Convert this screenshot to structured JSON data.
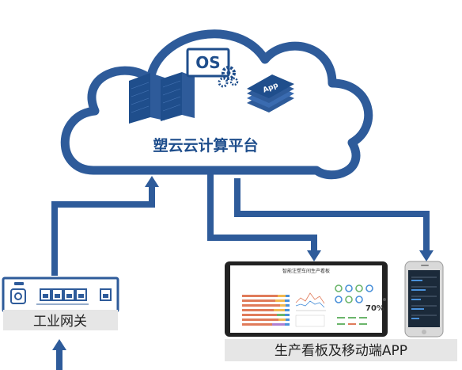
{
  "platform": {
    "title": "塑云云计算平台",
    "os_label": "OS",
    "app_label": "App"
  },
  "gateway": {
    "label": "工业网关"
  },
  "display": {
    "label": "生产看板及移动端APP",
    "dashboard_title": "智能注塑车间生产看板",
    "dashboard_percent": "70%"
  },
  "colors": {
    "primary": "#2e5b9a",
    "box_bg": "#e6e6e6"
  }
}
